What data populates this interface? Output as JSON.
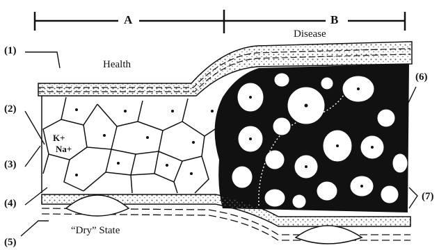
{
  "diagram": {
    "sections": {
      "a": "A",
      "b": "B"
    },
    "headings": {
      "health": "Health",
      "disease": "Disease",
      "dry_state": "“Dry” State"
    },
    "ions": {
      "potassium": "K+",
      "sodium": "Na+"
    },
    "callouts": [
      "(1)",
      "(2)",
      "(3)",
      "(4)",
      "(5)",
      "(6)",
      "(7)"
    ],
    "colors": {
      "ink": "#111111",
      "paper": "#ffffff",
      "stipple": "#6a6a6a"
    }
  }
}
